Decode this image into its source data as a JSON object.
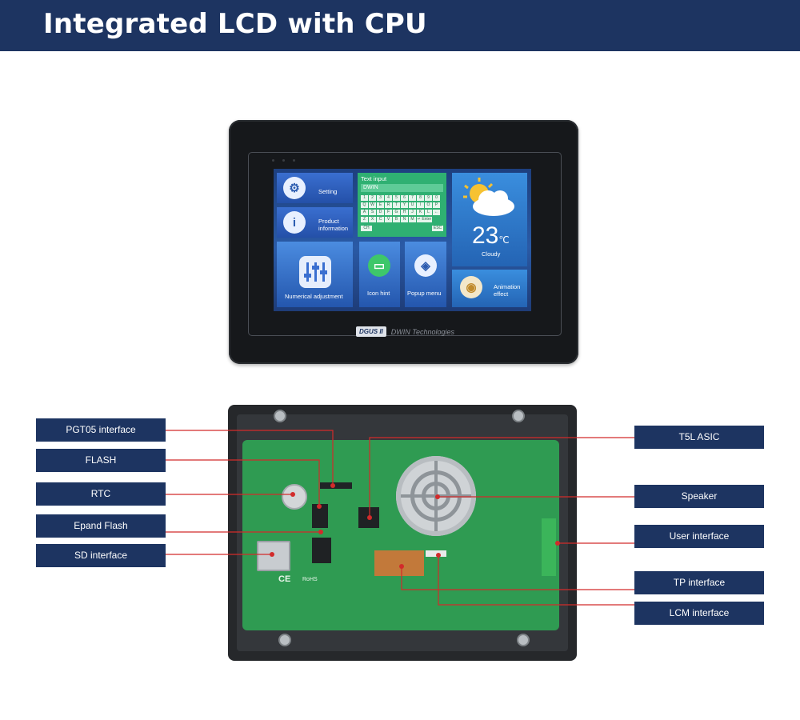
{
  "header": {
    "title": "Integrated LCD with CPU"
  },
  "front_screen": {
    "tiles": {
      "setting": "Setting",
      "product_line1": "Product",
      "product_line2": "information",
      "text_input_title": "Text input",
      "text_input_value": "DWIN",
      "keyboard_rows": [
        [
          "1",
          "2",
          "3",
          "4",
          "5",
          "6",
          "7",
          "8",
          "9",
          "0"
        ],
        [
          "Q",
          "W",
          "E",
          "R",
          "T",
          "Y",
          "U",
          "I",
          "O",
          "P"
        ],
        [
          "A",
          "S",
          "D",
          "F",
          "G",
          "H",
          "J",
          "K",
          "L",
          "←"
        ],
        [
          "Z",
          "X",
          "C",
          "V",
          "B",
          "N",
          "M",
          "↵ Enter"
        ]
      ],
      "key_ch": "CH",
      "key_esc": "ESC",
      "temperature": "23",
      "temperature_unit": "℃",
      "weather": "Cloudy",
      "numerical": "Numerical adjustment",
      "icon_hint": "Icon hint",
      "popup_menu": "Popup menu",
      "animation_line1": "Animation",
      "animation_line2": "effect"
    },
    "logo_badge": "DGUS II",
    "logo_text": "DWIN Technologies"
  },
  "labels_left": [
    "PGT05 interface",
    "FLASH",
    "RTC",
    "Epand Flash",
    "SD interface"
  ],
  "labels_right": [
    "T5L ASIC",
    "Speaker",
    "User interface",
    "TP interface",
    "LCM interface"
  ],
  "pcb_marks": [
    "CE",
    "RoHS"
  ],
  "colors": {
    "header": "#1d3461",
    "label_bg": "#1d3461",
    "leader": "#d22b2b",
    "pcb": "#2f9b52"
  }
}
